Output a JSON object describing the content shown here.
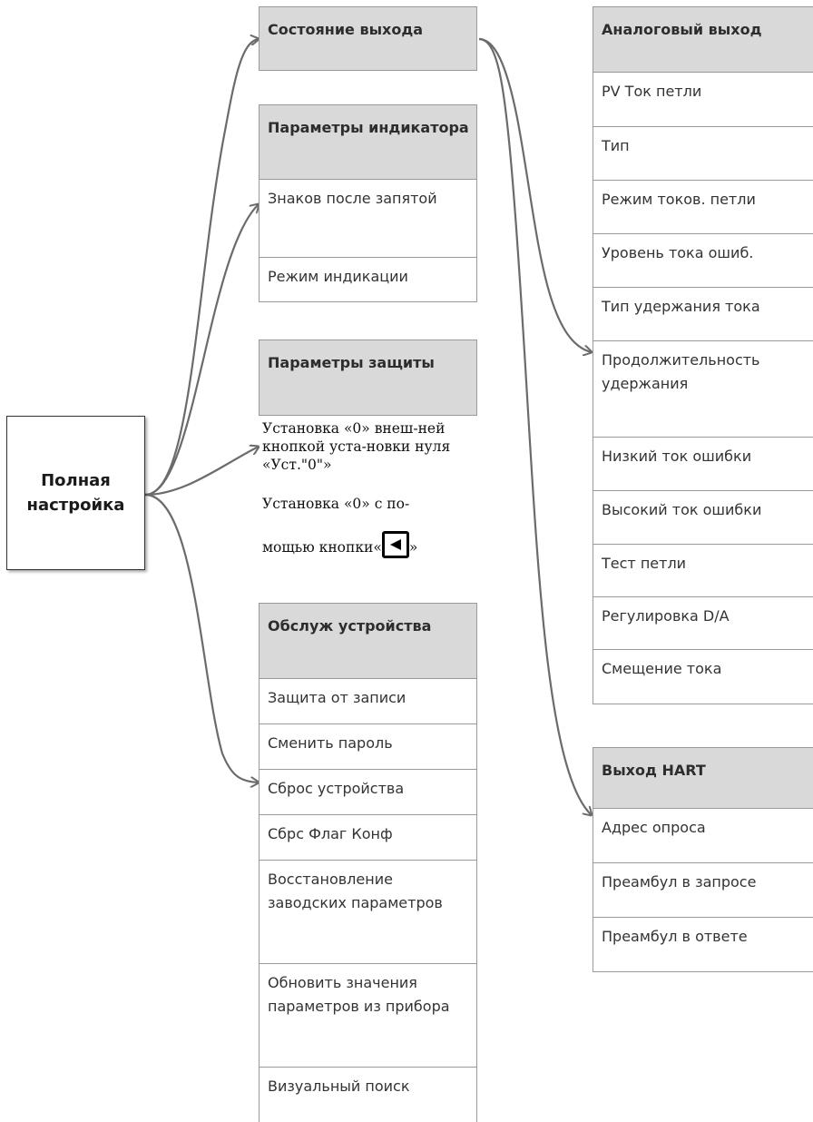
{
  "root": {
    "line1": "Полная",
    "line2": "настройка"
  },
  "col1": {
    "output_state": "Состояние выхода",
    "display": {
      "title": "Параметры индикатора",
      "items": [
        "Знаков после запятой",
        "Режим индикации"
      ]
    },
    "protection": {
      "title": "Параметры защиты",
      "item1": "Установка «0» внеш-ней кнопкой уста-новки нуля «Уст.\"0\"»",
      "item2_pre": "Установка «0» с по-",
      "item2_post": "мощью кнопки«",
      "item2_close": "»",
      "button_icon": "left-arrow-button-icon"
    },
    "service": {
      "title": "Обслуж устройства",
      "items": [
        "Защита от записи",
        "Сменить пароль",
        "Сброс устройства",
        "Сбрс Флаг Конф",
        "Восстановление заводских параметров",
        "Обновить значения параметров из прибора",
        "Визуальный поиск"
      ]
    }
  },
  "col2": {
    "analog": {
      "title": "Аналоговый выход",
      "items": [
        "PV Ток петли",
        "Тип",
        "Режим токов. петли",
        "Уровень тока ошиб.",
        "Тип удержания тока",
        "Продолжительность удержания",
        "Низкий ток ошибки",
        "Высокий ток ошибки",
        "Тест петли",
        "Регулировка D/A",
        "Смещение тока"
      ]
    },
    "hart": {
      "title": "Выход HART",
      "items": [
        "Адрес опроса",
        "Преамбул в запросе",
        "Преамбул в ответе"
      ]
    }
  },
  "colors": {
    "header_bg": "#d9d9d9",
    "border": "#9a9a9a",
    "arrow": "#6b6b6b"
  }
}
